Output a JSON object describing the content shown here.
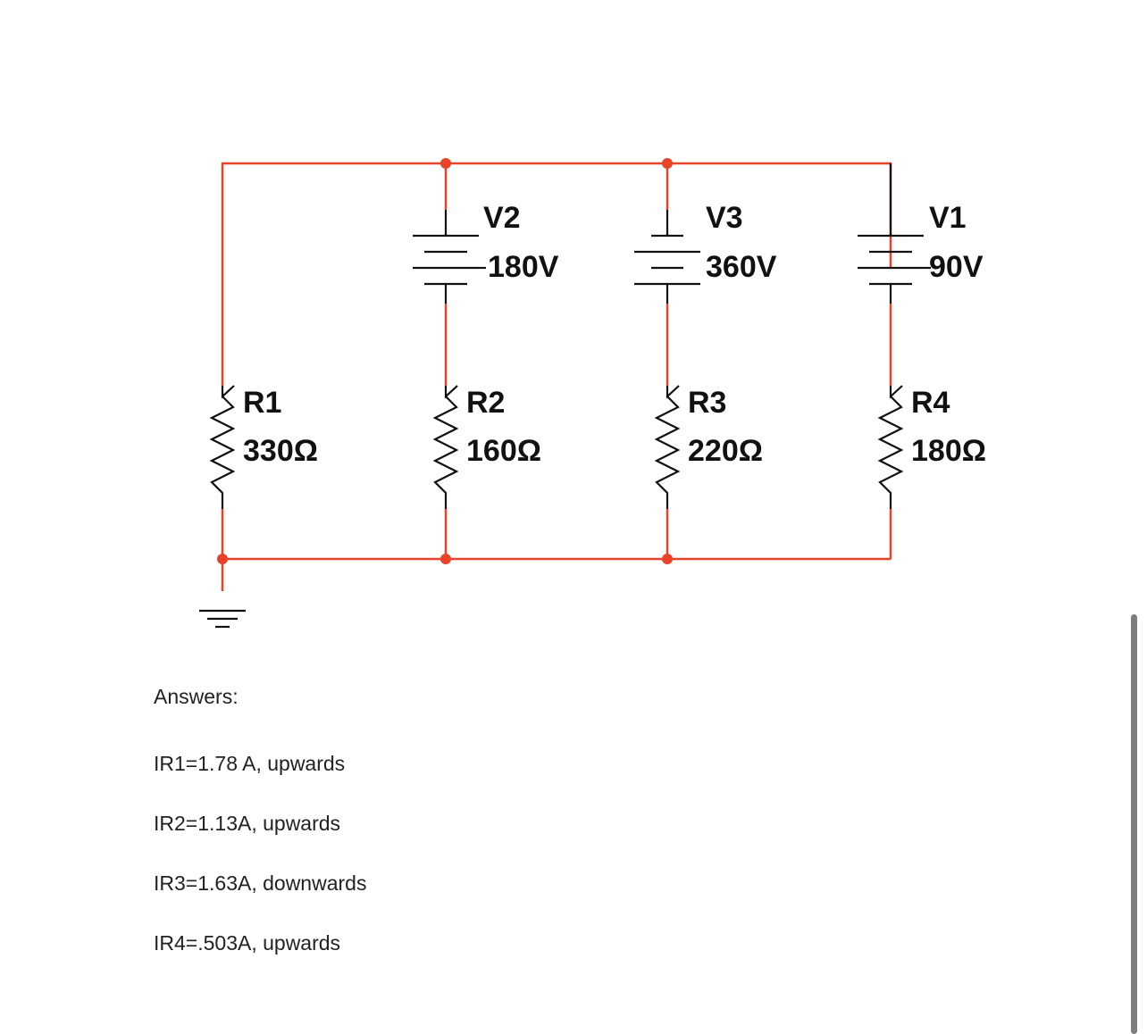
{
  "colors": {
    "wire": "#e8432a",
    "component": "#111111",
    "text": "#222222",
    "scrollbar": "#7d7d7d"
  },
  "circuit": {
    "sources": [
      {
        "id": "V2",
        "label": "V2",
        "value": "180V"
      },
      {
        "id": "V3",
        "label": "V3",
        "value": "360V"
      },
      {
        "id": "V1",
        "label": "V1",
        "value": "90V"
      }
    ],
    "resistors": [
      {
        "id": "R1",
        "label": "R1",
        "value": "330Ω"
      },
      {
        "id": "R2",
        "label": "R2",
        "value": "160Ω"
      },
      {
        "id": "R3",
        "label": "R3",
        "value": "220Ω"
      },
      {
        "id": "R4",
        "label": "R4",
        "value": "180Ω"
      }
    ],
    "ground_icon": "ground-icon"
  },
  "answers": {
    "title": "Answers:",
    "lines": [
      "IR1=1.78 A, upwards",
      "IR2=1.13A, upwards",
      "IR3=1.63A, downwards",
      "IR4=.503A, upwards"
    ]
  }
}
